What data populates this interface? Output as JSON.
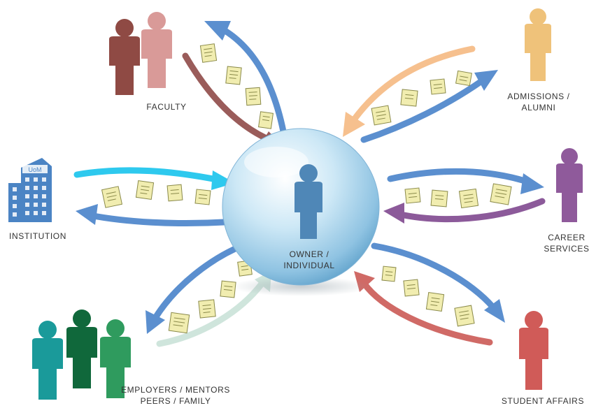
{
  "center": {
    "line1": "OWNER /",
    "line2": "INDIVIDUAL"
  },
  "nodes": {
    "faculty": {
      "label": "FACULTY"
    },
    "admissions": {
      "line1": "ADMISSIONS /",
      "line2": "ALUMNI"
    },
    "institution": {
      "label": "INSTITUTION"
    },
    "career": {
      "line1": "CAREER",
      "line2": "SERVICES"
    },
    "employers": {
      "line1": "EMPLOYERS / MENTORS",
      "line2": "PEERS / FAMILY"
    },
    "student": {
      "label": "STUDENT AFFAIRS"
    }
  },
  "institution_sign": "UoM",
  "colors": {
    "outgoing_arrow": "#5b8fcf",
    "faculty_arrow": "#9a5c5a",
    "admissions_arrow": "#f6c08e",
    "institution_arrow": "#2ec9ee",
    "career_arrow": "#8c5a9a",
    "employers_arrow": "#cfe5dc",
    "student_arrow": "#d06a66",
    "sphere": "#bcdff2",
    "center_person": "#4f87b7",
    "faculty_person_1": "#8f4a44",
    "faculty_person_2": "#d99a98",
    "admissions_person": "#efc27a",
    "career_person": "#8f5a9b",
    "student_person": "#d05b58",
    "employer_person_1": "#1a9a9a",
    "employer_person_2": "#10683b",
    "employer_person_3": "#2f9b5e",
    "building": "#4b84c4",
    "document": "#f1edb0"
  }
}
